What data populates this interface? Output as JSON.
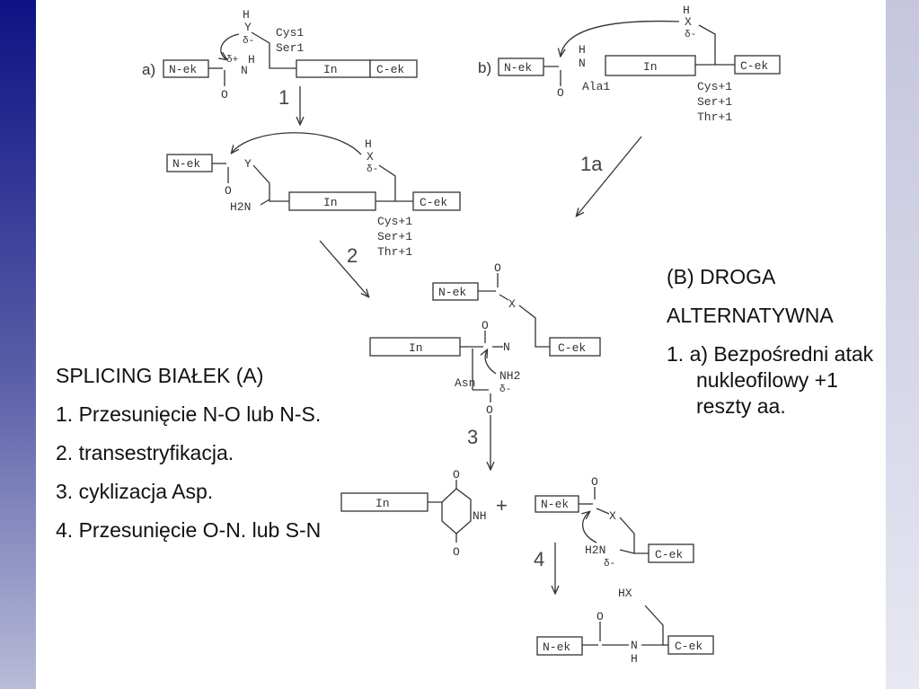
{
  "left_text": {
    "title": "SPLICING BIAŁEK (A)",
    "items": [
      "1. Przesunięcie N-O lub N-S.",
      "2. transestryfikacja.",
      "3. cyklizacja Asp.",
      "4. Przesunięcie O-N. lub S-N"
    ]
  },
  "right_text": {
    "title_line1": "(B) DROGA",
    "title_line2": "ALTERNATYWNA",
    "item": "1. a) Bezpośredni atak nukleofilowy +1 reszty aa."
  },
  "diagram": {
    "panel_a": "a)",
    "panel_b": "b)",
    "n_ext": "N-ek",
    "c_ext": "C-ek",
    "intein": "In",
    "cys1": "Cys1",
    "ser1": "Ser1",
    "ala1": "Ala1",
    "cys_p1": "Cys+1",
    "ser_p1": "Ser+1",
    "thr_p1": "Thr+1",
    "asn": "Asn",
    "step1": "1",
    "step1a": "1a",
    "step2": "2",
    "step3": "3",
    "step4": "4",
    "plus": "+",
    "atom_h": "H",
    "atom_n": "N",
    "atom_o": "O",
    "atom_y": "Y",
    "atom_x": "X",
    "atom_hx": "HX",
    "atom_nh": "NH",
    "nh2": "NH2",
    "h2n": "H2N",
    "delta_minus": "δ-",
    "delta_plus": "δ+"
  }
}
